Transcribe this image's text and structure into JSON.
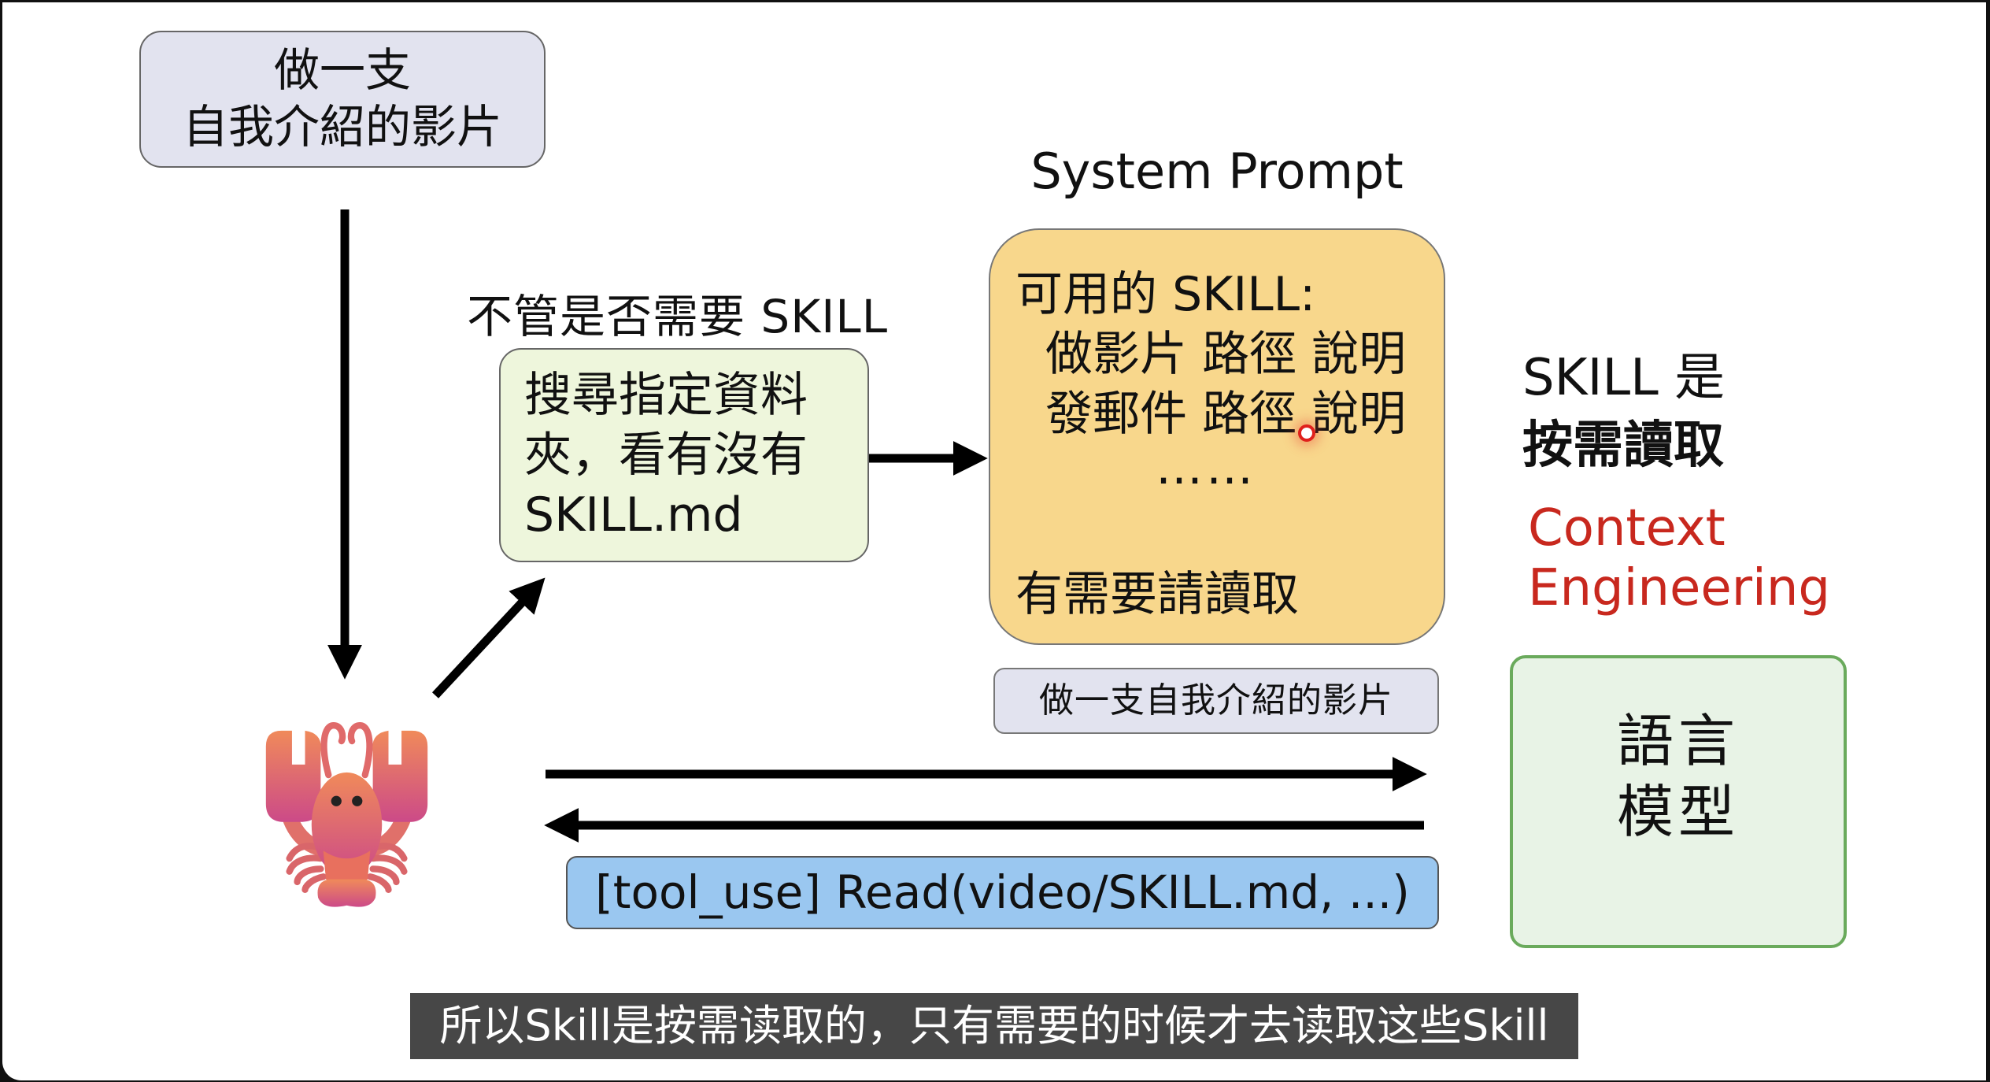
{
  "slide": {
    "top_box": {
      "lines": [
        "做一支",
        "自我介紹的影片"
      ]
    },
    "search_label": "不管是否需要 SKILL",
    "search_box": {
      "lines": [
        "搜尋指定資料",
        "夾，看有沒有",
        "SKILL.md"
      ]
    },
    "system_prompt": {
      "title": "System Prompt",
      "heading": "可用的 SKILL:",
      "skills": [
        "做影片 路徑 說明",
        "發郵件 路徑 說明"
      ],
      "ellipsis": "……",
      "footer": "有需要請讀取"
    },
    "user_message": "做一支自我介紹的影片",
    "tool_call": "[tool_use] Read(video/SKILL.md, ...)",
    "note": {
      "line1": "SKILL 是",
      "line2": "按需讀取"
    },
    "context_engineering": {
      "line1": "Context",
      "line2": "Engineering",
      "color": "#c8281e"
    },
    "language_model": {
      "lines": [
        "語言",
        "模型"
      ]
    },
    "agent_icon": "lobster-icon"
  },
  "subtitle": "所以Skill是按需读取的，只有需要的时候才去读取这些Skill",
  "colors": {
    "user_box": "#e2e3ef",
    "search_box": "#eef6dc",
    "system_prompt_box": "#f8d78c",
    "tool_box": "#9ac7f0",
    "lm_box": "#e8f3e6",
    "lm_border": "#6aaa5c"
  }
}
